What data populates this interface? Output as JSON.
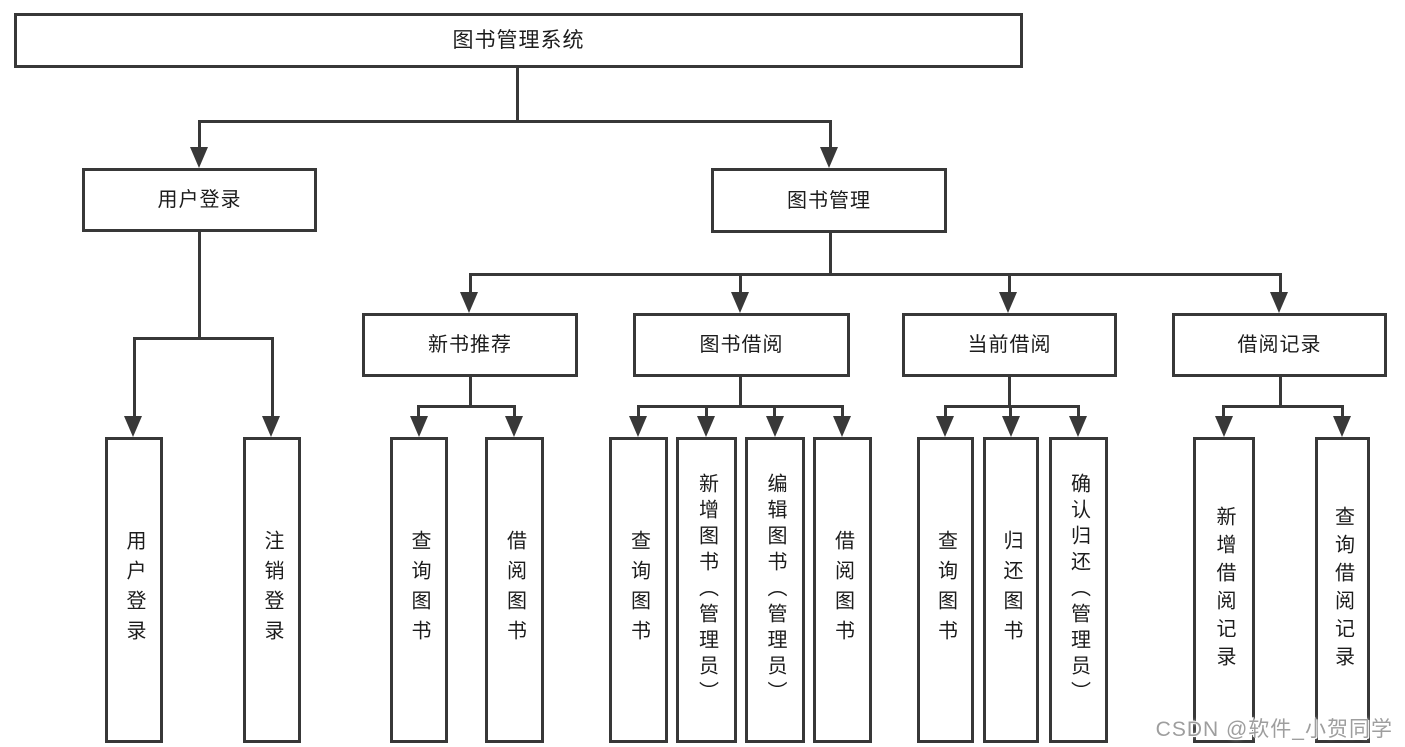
{
  "title": {
    "label": "图书管理系统"
  },
  "level2": {
    "user_login": {
      "label": "用户登录"
    },
    "book_mgmt": {
      "label": "图书管理"
    }
  },
  "level3": {
    "new_book": {
      "label": "新书推荐"
    },
    "borrow": {
      "label": "图书借阅"
    },
    "current": {
      "label": "当前借阅"
    },
    "record": {
      "label": "借阅记录"
    }
  },
  "level4": {
    "user_login": [
      "用户登录",
      "注销登录"
    ],
    "new_book": [
      "查询图书",
      "借阅图书"
    ],
    "borrow": [
      "查询图书",
      "新增图书（管理员）",
      "编辑图书（管理员）",
      "借阅图书"
    ],
    "current": [
      "查询图书",
      "归还图书",
      "确认归还（管理员）"
    ],
    "record": [
      "新增借阅记录",
      "查询借阅记录"
    ]
  },
  "watermark": "CSDN @软件_小贺同学",
  "colors": {
    "line": "#383838",
    "text": "#1c1c1c",
    "watermark": "#9e9e9e",
    "background": "#ffffff"
  }
}
